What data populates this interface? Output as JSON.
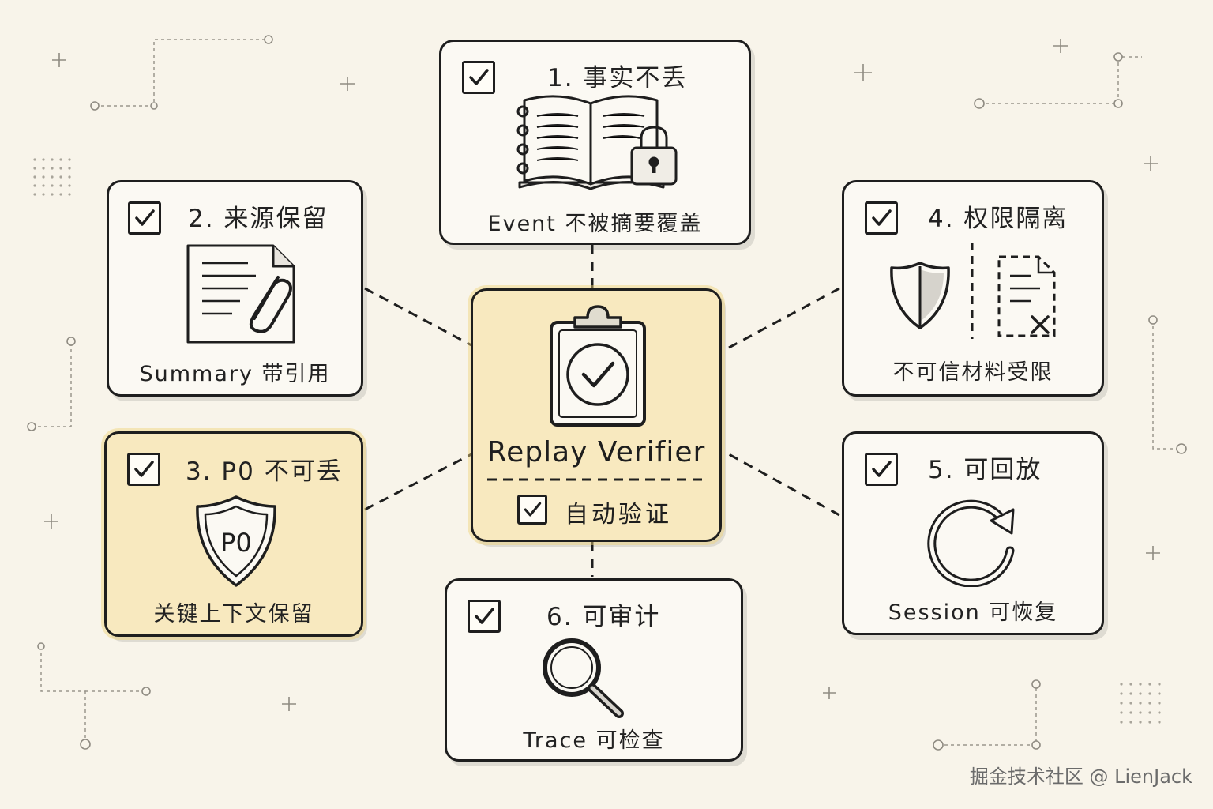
{
  "center": {
    "title": "Replay Verifier",
    "subtitle": "自动验证"
  },
  "cards": [
    {
      "title": "1. 事实不丢",
      "caption": "Event 不被摘要覆盖",
      "icon": "notebook-lock-icon"
    },
    {
      "title": "2. 来源保留",
      "caption": "Summary 带引用",
      "icon": "document-paperclip-icon"
    },
    {
      "title": "3. P0 不可丢",
      "caption": "关键上下文保留",
      "icon": "p0-shield-icon",
      "badge": "P0"
    },
    {
      "title": "4. 权限隔离",
      "caption": "不可信材料受限",
      "icon": "shield-document-x-icon"
    },
    {
      "title": "5. 可回放",
      "caption": "Session 可恢复",
      "icon": "refresh-icon"
    },
    {
      "title": "6. 可审计",
      "caption": "Trace 可检查",
      "icon": "magnifier-icon"
    }
  ],
  "watermark": "掘金技术社区 @ LienJack",
  "colors": {
    "highlight": "#f8e9bf",
    "card": "#fbf9f3",
    "stroke": "#1e1e1e",
    "background": "#f8f4ea"
  }
}
